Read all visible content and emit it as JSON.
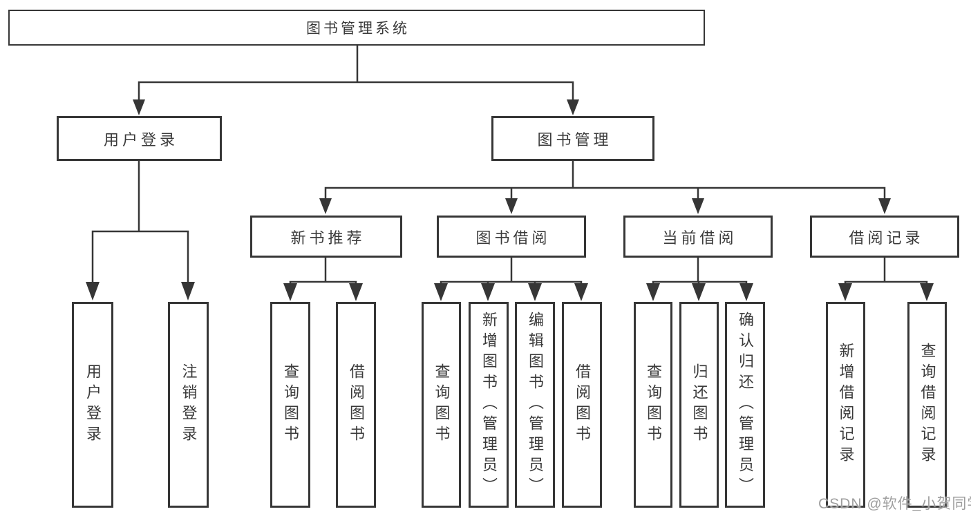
{
  "nodes": {
    "root": {
      "label": "图书管理系统"
    },
    "level2": [
      {
        "label": "用户登录",
        "parent": "图书管理系统"
      },
      {
        "label": "图书管理",
        "parent": "图书管理系统"
      }
    ],
    "level3": [
      {
        "label": "新书推荐",
        "parent": "图书管理"
      },
      {
        "label": "图书借阅",
        "parent": "图书管理"
      },
      {
        "label": "当前借阅",
        "parent": "图书管理"
      },
      {
        "label": "借阅记录",
        "parent": "图书管理"
      }
    ],
    "leaves": [
      {
        "label": "用户登录",
        "parent": "用户登录"
      },
      {
        "label": "注销登录",
        "parent": "用户登录"
      },
      {
        "label": "查询图书",
        "parent": "新书推荐"
      },
      {
        "label": "借阅图书",
        "parent": "新书推荐"
      },
      {
        "label": "查询图书",
        "parent": "图书借阅"
      },
      {
        "label": "新增图书（管理员）",
        "parent": "图书借阅"
      },
      {
        "label": "编辑图书（管理员）",
        "parent": "图书借阅"
      },
      {
        "label": "借阅图书",
        "parent": "图书借阅"
      },
      {
        "label": "查询图书",
        "parent": "当前借阅"
      },
      {
        "label": "归还图书",
        "parent": "当前借阅"
      },
      {
        "label": "确认归还（管理员）",
        "parent": "当前借阅"
      },
      {
        "label": "新增借阅记录",
        "parent": "借阅记录"
      },
      {
        "label": "查询借阅记录",
        "parent": "借阅记录"
      }
    ]
  },
  "watermark": {
    "text": "CSDN @软件_小贺同学"
  },
  "colors": {
    "line": "#363636",
    "text": "#3a3a3a",
    "background": "#ffffff",
    "watermark": "#9e9e9e"
  }
}
